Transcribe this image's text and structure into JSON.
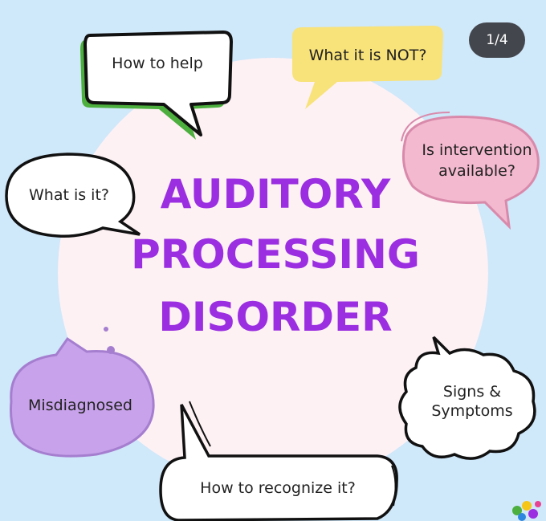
{
  "title_lines": [
    "AUDITORY",
    "PROCESSING",
    "DISORDER"
  ],
  "bubbles": {
    "how_to_help": "How to help",
    "what_it_is_not": "What it is NOT?",
    "intervention": [
      "Is intervention",
      "available?"
    ],
    "what_is_it": "What is it?",
    "misdiagnosed": "Misdiagnosed",
    "signs": [
      "Signs &",
      "Symptoms"
    ],
    "recognize": "How to recognize it?"
  },
  "page_counter": "1/4",
  "colors": {
    "background": "#cfe8fa",
    "title": "#9a2ee0",
    "yellow_bubble": "#f8e27a",
    "pink_bubble": "#f3b9cf",
    "purple_bubble": "#c8a2ea",
    "green_shadow": "#4caf3e",
    "counter_bg": "#43464c"
  },
  "icons": [
    "colorful-logo-icon"
  ]
}
